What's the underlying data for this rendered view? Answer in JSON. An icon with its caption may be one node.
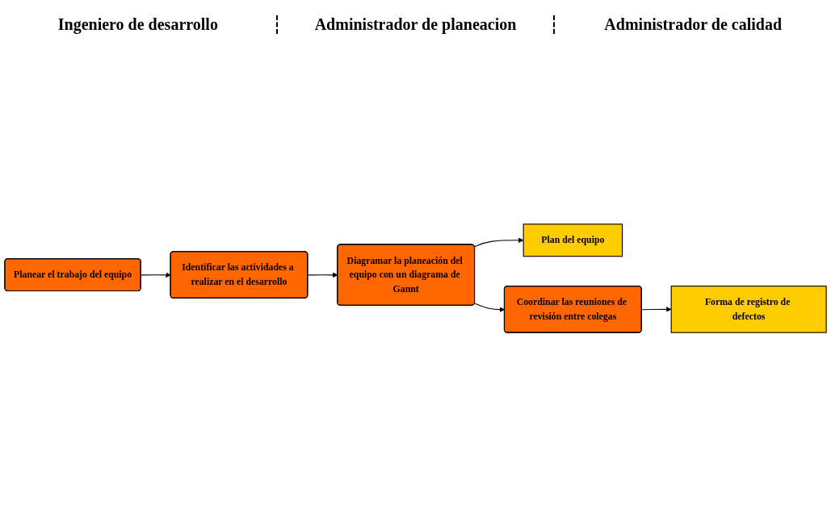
{
  "diagram": {
    "nodes": [
      {
        "text": [
          "Planear el trabajo del equipo"
        ]
      },
      {
        "text": [
          "Identificar las actividades a realizar en el desarrollo"
        ]
      },
      {
        "text": [
          "Diagramar la planeación del equipo con un diagrama de Gannt"
        ]
      },
      {
        "text": [
          "Plan del equipo"
        ]
      },
      {
        "text": [
          "Coordinar las reuniones de revisión entre colegas"
        ]
      },
      {
        "text": [
          "Forma de registro de defectos"
        ]
      }
    ],
    "edges": [
      {
        "from": 0,
        "to": 1,
        "arrow": "to"
      },
      {
        "from": 1,
        "to": 2,
        "arrow": "to"
      },
      {
        "from": 2,
        "to": 3,
        "arrow": "to"
      },
      {
        "from": 2,
        "to": 4,
        "arrow": "to"
      },
      {
        "from": 4,
        "to": 5,
        "arrow": "to"
      }
    ],
    "labels": [
      "Ingeniero de desarrollo",
      "Administrador de planeacion",
      "Administrador de calidad"
    ]
  }
}
